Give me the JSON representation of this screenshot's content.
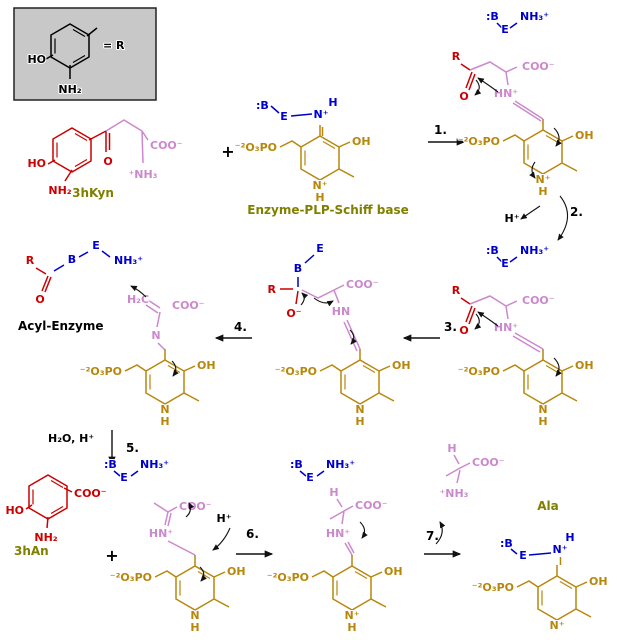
{
  "diagram": {
    "colors": {
      "plp": "#b8860b",
      "substrate_red": "#cc0000",
      "enzyme_blue": "#0000cc",
      "amino_pink": "#cc88cc",
      "label_olive": "#808000",
      "ink": "#000000",
      "legend_bg": "#c8c8c8"
    },
    "legend": {
      "ho": "HO",
      "nh2": "NH₂",
      "equals_r": "= R"
    },
    "labels": {
      "kyn": "3hKyn",
      "schiff_base": "Enzyme-PLP-Schiff base",
      "acyl_enzyme": "Acyl-Enzyme",
      "han": "3hAn",
      "ala": "Ala"
    },
    "steps": {
      "s1": "1.",
      "s2": "2.",
      "s3": "3.",
      "s4": "4.",
      "s5": "5.",
      "s6": "6.",
      "s7": "7."
    },
    "reagents": {
      "h_plus": "H⁺",
      "h2o_h_plus": "H₂O, H⁺",
      "plus": "+"
    },
    "atoms": {
      "ho": "HO",
      "oh": "OH",
      "nh2": "NH₂",
      "coo": "COO⁻",
      "nh3_plus": "NH₃⁺",
      "plus_nh3": "⁺NH₃",
      "hn_plus": "HN⁺",
      "hn": "HN",
      "n_plus": "N⁺",
      "n": "N",
      "h": "H",
      "o": "O",
      "o_minus": "O⁻",
      "r": "R",
      "b_colon": ":B",
      "b": "B",
      "e": "E",
      "phosphate": "⁻²O₃PO",
      "h2c": "H₂C"
    }
  }
}
